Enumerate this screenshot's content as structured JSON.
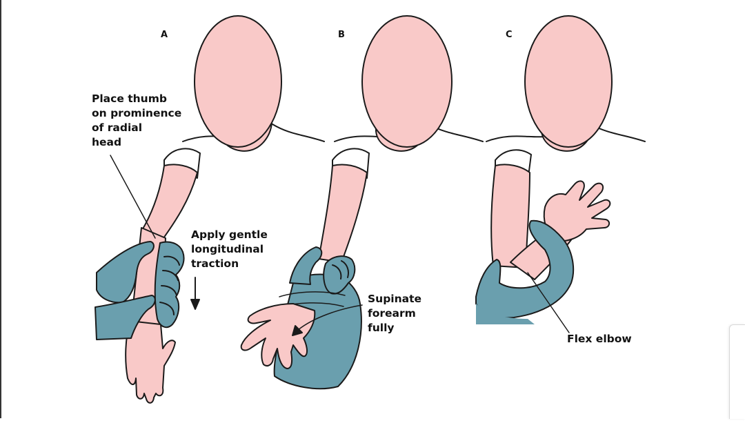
{
  "panels": [
    {
      "letter": "A"
    },
    {
      "letter": "B"
    },
    {
      "letter": "C"
    }
  ],
  "labels": {
    "thumb": "Place thumb\non prominence\nof radial\nhead",
    "traction": "Apply gentle\nlongitudinal\ntraction",
    "supinate": "Supinate\nforearm\nfully",
    "flex": "Flex elbow"
  },
  "colors": {
    "skin": "#f9c9c8",
    "glove": "#6a9fae",
    "outline": "#1a1a1a",
    "background": "#ffffff"
  }
}
